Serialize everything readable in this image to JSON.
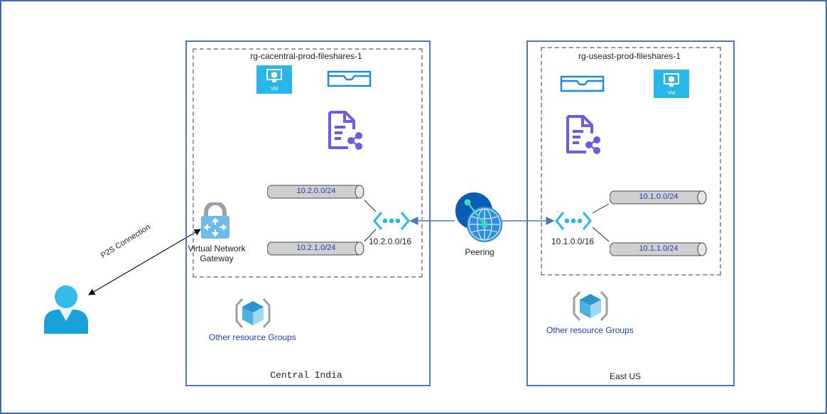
{
  "regions": {
    "central": {
      "label": "Central India"
    },
    "east": {
      "label": "East US"
    }
  },
  "resource_groups": {
    "central": {
      "name": "rg-cacentral-prod-fileshares-1"
    },
    "east": {
      "name": "rg-useast-prod-fileshares-1"
    }
  },
  "vm_label": "VM",
  "subnets": {
    "central_1": "10.2.0.0/24",
    "central_2": "10.2.1.0/24",
    "east_1": "10.1.0.0/24",
    "east_2": "10.1.1.0/24"
  },
  "vnets": {
    "central": "10.2.0.0/16",
    "east": "10.1.0.0/16"
  },
  "gateway": {
    "label_line1": "Virtual Network",
    "label_line2": "Gateway"
  },
  "peering": {
    "label": "Peering"
  },
  "p2s": {
    "label": "P2S Connection"
  },
  "other_groups": {
    "central": "Other resource Groups",
    "east": "Other resource Groups"
  },
  "colors": {
    "border": "#4a78b8",
    "azure_cyan": "#29b6e8",
    "purple": "#6b5ce6",
    "label_blue": "#1f3fae"
  }
}
